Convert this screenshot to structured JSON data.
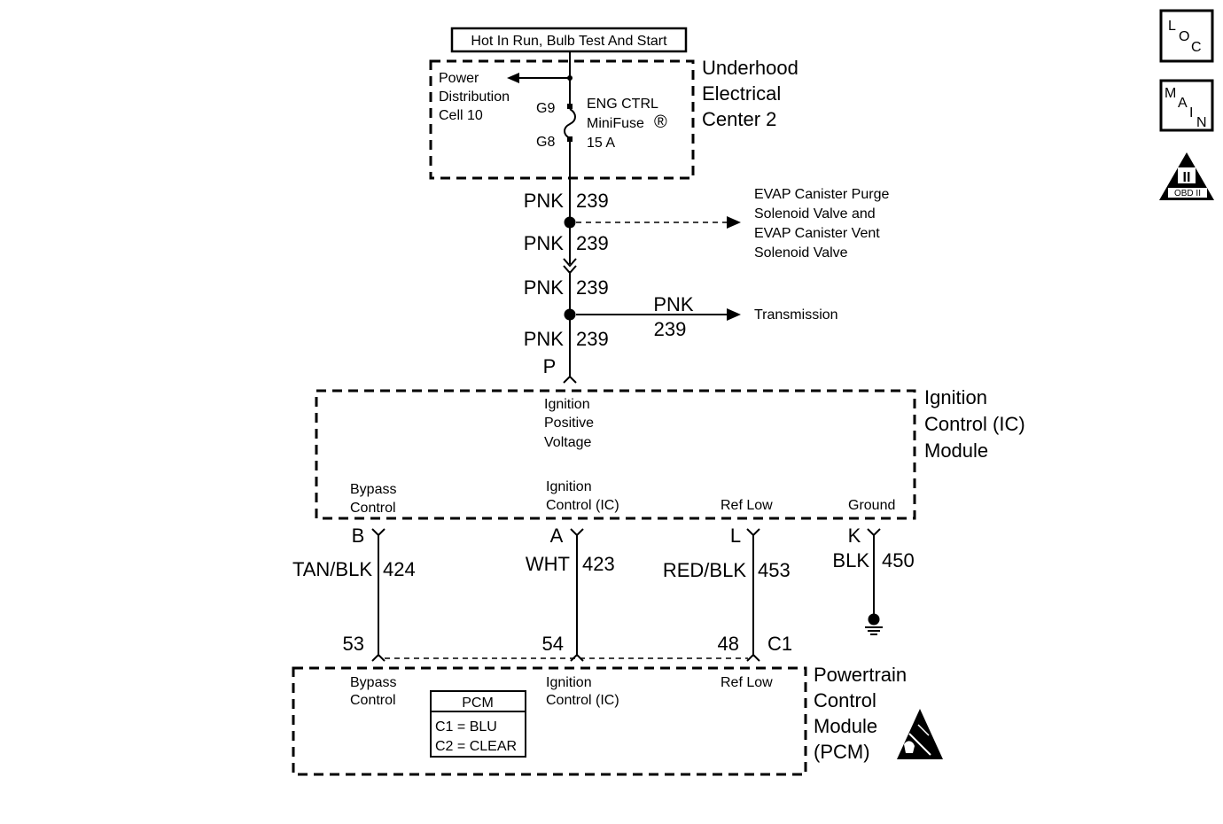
{
  "header": {
    "power_label": "Hot In Run, Bulb Test And Start"
  },
  "icons": {
    "loc": "LOC",
    "main": "MAIN",
    "obd": "OBD II"
  },
  "icon_letters": {
    "loc": [
      "L",
      "O",
      "C"
    ],
    "main": [
      "M",
      "A",
      "I",
      "N"
    ],
    "obd_numeral": "II",
    "obd_text": "OBD II"
  },
  "underhood": {
    "title": [
      "Underhood",
      "Electrical",
      "Center 2"
    ],
    "power_dist": [
      "Power",
      "Distribution",
      "Cell 10"
    ],
    "fuse": [
      "ENG CTRL",
      "MiniFuse",
      "15 A"
    ],
    "registered": "®",
    "pin_top": "G9",
    "pin_bottom": "G8"
  },
  "wires": {
    "w1": {
      "color": "PNK",
      "circuit": "239"
    },
    "w2": {
      "color": "PNK",
      "circuit": "239"
    },
    "w3": {
      "color": "PNK",
      "circuit": "239"
    },
    "w4": {
      "color": "PNK",
      "circuit": "239"
    },
    "trans": {
      "color": "PNK",
      "circuit": "239"
    },
    "bypass": {
      "color": "TAN/BLK",
      "circuit": "424"
    },
    "ic": {
      "color": "WHT",
      "circuit": "423"
    },
    "reflow": {
      "color": "RED/BLK",
      "circuit": "453"
    },
    "ground": {
      "color": "BLK",
      "circuit": "450"
    }
  },
  "evap": [
    "EVAP Canister Purge",
    "Solenoid Valve and",
    "EVAP Canister Vent",
    "Solenoid Valve"
  ],
  "transmission": "Transmission",
  "ic_module": {
    "title": [
      "Ignition",
      "Control (IC)",
      "Module"
    ],
    "pin_p": "P",
    "ign_pos": [
      "Ignition",
      "Positive",
      "Voltage"
    ],
    "bypass": [
      "Bypass",
      "Control"
    ],
    "ic": [
      "Ignition",
      "Control (IC)"
    ],
    "reflow": "Ref Low",
    "ground": "Ground",
    "pins": {
      "b": "B",
      "a": "A",
      "l": "L",
      "k": "K"
    }
  },
  "pcm": {
    "title": [
      "Powertrain",
      "Control",
      "Module",
      "(PCM)"
    ],
    "pins": {
      "p53": "53",
      "p54": "54",
      "p48": "48",
      "c1": "C1"
    },
    "bypass": [
      "Bypass",
      "Control"
    ],
    "ic": [
      "Ignition",
      "Control (IC)"
    ],
    "reflow": "Ref Low",
    "legend": {
      "title": "PCM",
      "c1": "C1 = BLU",
      "c2": "C2 = CLEAR"
    }
  }
}
